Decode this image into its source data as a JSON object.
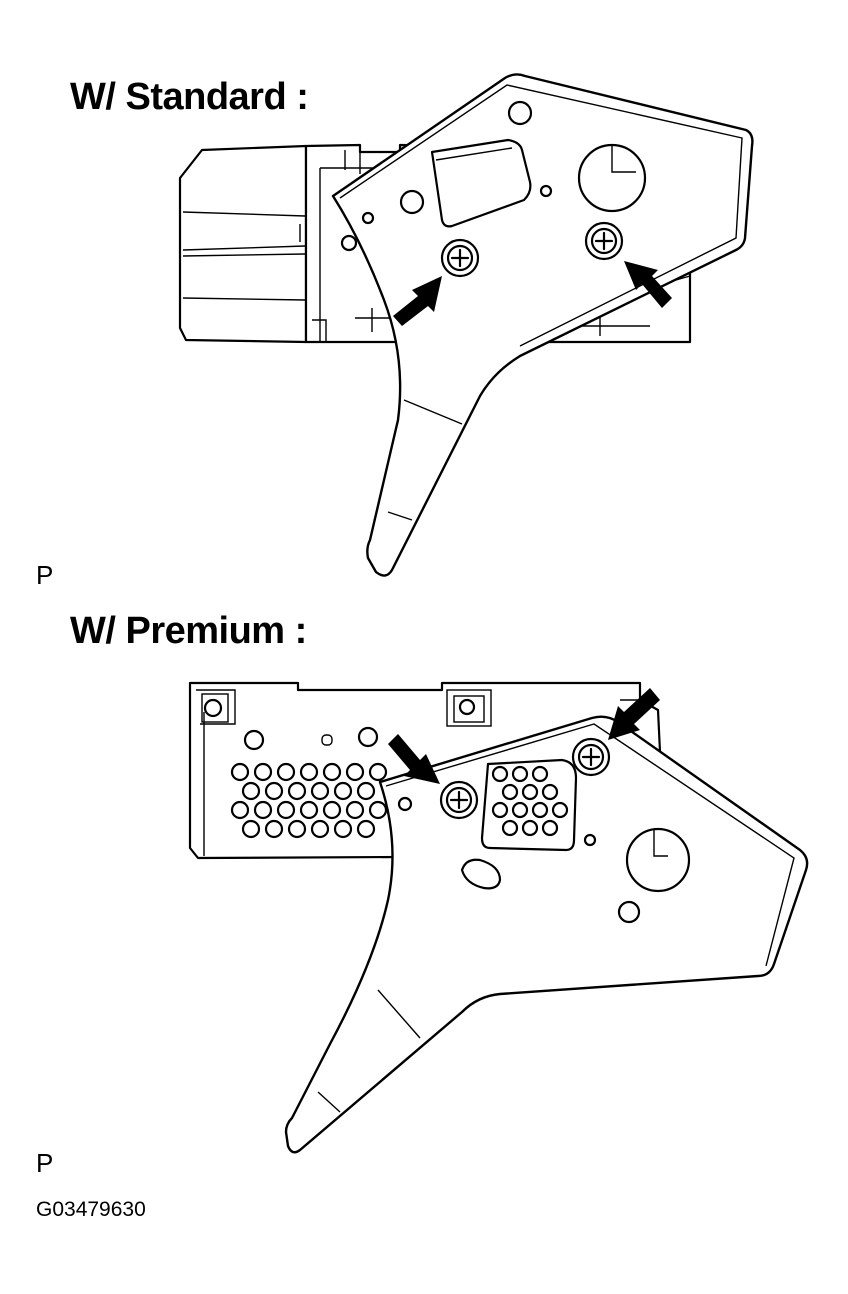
{
  "headings": {
    "standard": "W/ Standard :",
    "premium": "W/ Premium :"
  },
  "markers": {
    "standard": "P",
    "premium": "P"
  },
  "figure_code": "G03479630",
  "icons": {
    "screw": "phillips-screw-icon",
    "arrow": "pointer-arrow-icon"
  },
  "colors": {
    "ink": "#000000",
    "paper": "#ffffff"
  }
}
